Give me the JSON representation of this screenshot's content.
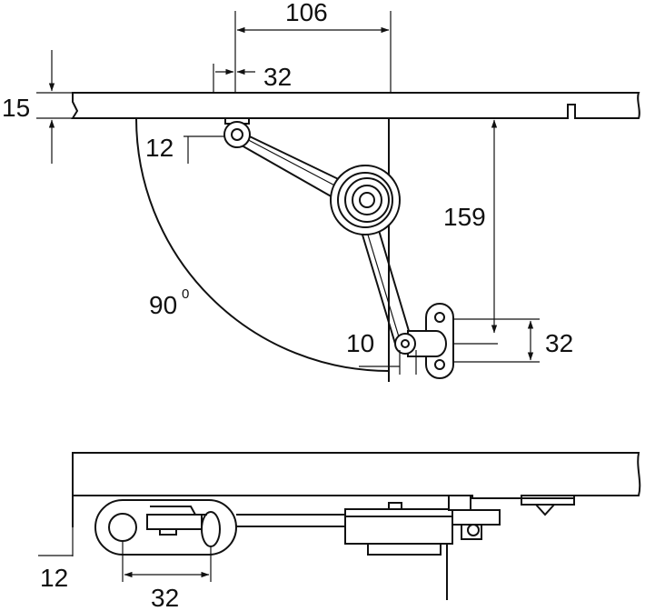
{
  "dimensions": {
    "top_span": "106",
    "top_pitch": "32",
    "board_thickness": "15",
    "pivot_offset": "12",
    "drop_height": "159",
    "bracket_pitch": "32",
    "arm_offset": "10",
    "side_offset": "12",
    "side_pitch": "32"
  },
  "angle": {
    "value": "90",
    "unit": "0"
  }
}
